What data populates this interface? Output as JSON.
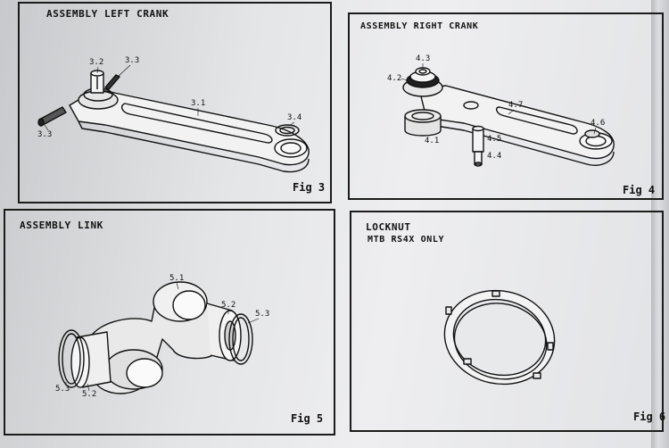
{
  "panels": {
    "left_crank": {
      "title": "ASSEMBLY LEFT CRANK",
      "fig": "Fig 3",
      "parts": {
        "p3_1": "3.1",
        "p3_2": "3.2",
        "p3_3a": "3.3",
        "p3_3b": "3.3",
        "p3_4": "3.4"
      }
    },
    "right_crank": {
      "title": "ASSEMBLY RIGHT CRANK",
      "fig": "Fig 4",
      "parts": {
        "p4_1": "4.1",
        "p4_2": "4.2",
        "p4_3": "4.3",
        "p4_4": "4.4",
        "p4_5": "4.5",
        "p4_6": "4.6",
        "p4_7": "4.7"
      }
    },
    "link": {
      "title": "ASSEMBLY LINK",
      "fig": "Fig 5",
      "parts": {
        "p5_1": "5.1",
        "p5_2a": "5.2",
        "p5_2b": "5.2",
        "p5_3a": "5.3",
        "p5_3b": "5.3"
      }
    },
    "locknut": {
      "title": "LOCKNUT",
      "subtitle": "MTB RS4X ONLY",
      "fig": "Fig 6"
    }
  },
  "colors": {
    "ink": "#111111",
    "paper": "#e8e9eb"
  }
}
